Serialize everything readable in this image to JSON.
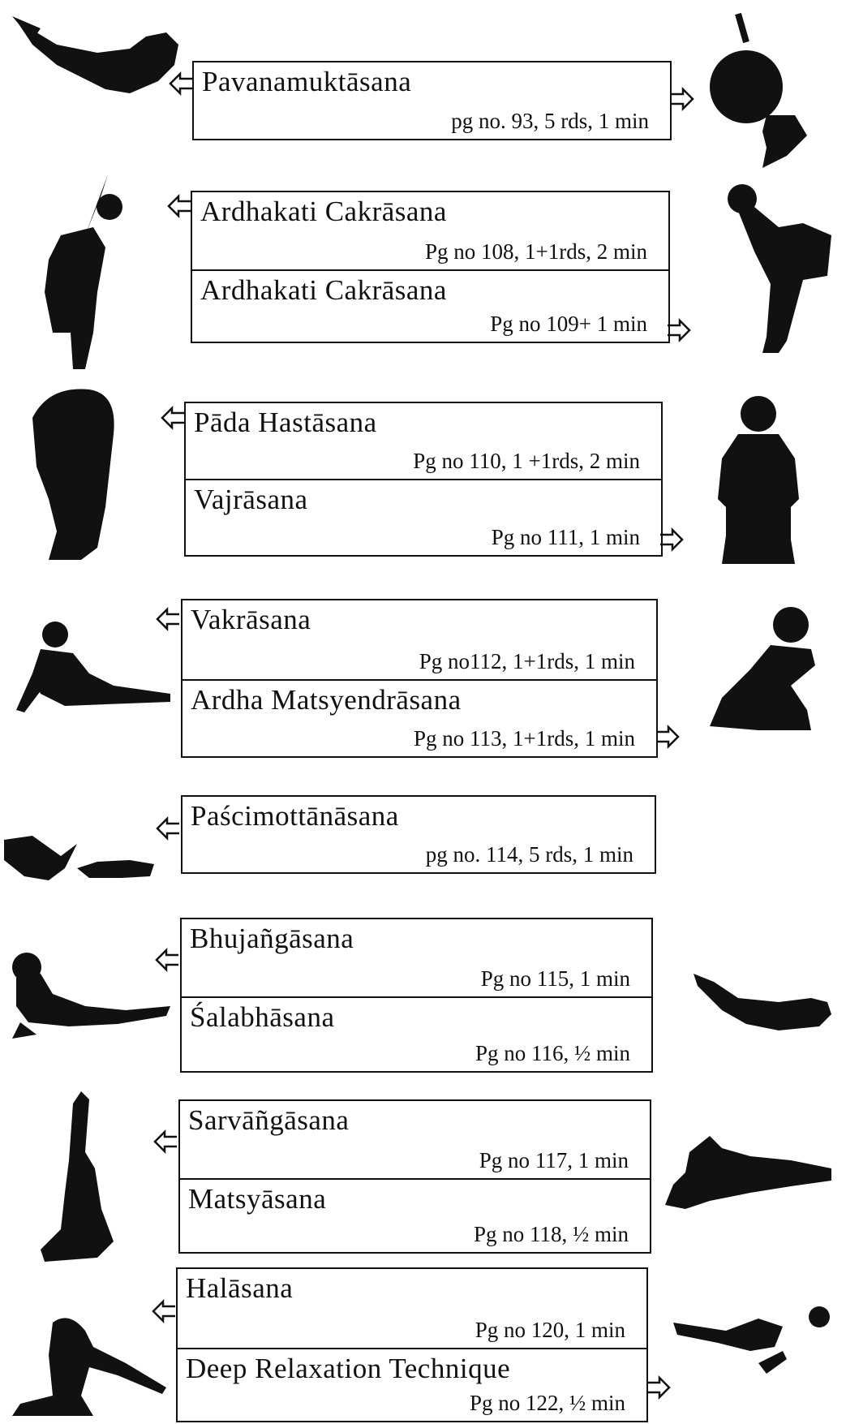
{
  "groups": [
    {
      "entries": [
        {
          "name": "Pavanamuktāsana",
          "info": "pg no. 93, 5 rds, 1 min"
        }
      ]
    },
    {
      "entries": [
        {
          "name": "Ardhakati Cakrāsana",
          "info": "Pg no 108,  1+1rds, 2 min"
        },
        {
          "name": "Ardhakati Cakrāsana",
          "info": "Pg no 109+ 1 min"
        }
      ]
    },
    {
      "entries": [
        {
          "name": "Pāda Hastāsana",
          "info": "Pg no 110, 1 +1rds, 2 min"
        },
        {
          "name": "Vajrāsana",
          "info": "Pg no 111, 1 min"
        }
      ]
    },
    {
      "entries": [
        {
          "name": "Vakrāsana",
          "info": "Pg no112, 1+1rds, 1 min"
        },
        {
          "name": "Ardha Matsyendrāsana",
          "info": "Pg no 113, 1+1rds, 1 min"
        }
      ]
    },
    {
      "entries": [
        {
          "name": "Paścimottānāsana",
          "info": "pg no. 114, 5 rds, 1 min"
        }
      ]
    },
    {
      "entries": [
        {
          "name": "Bhujañgāsana",
          "info": "Pg no 115,  1 min"
        },
        {
          "name": "Śalabhāsana",
          "info": "Pg no 116, ½ min"
        }
      ]
    },
    {
      "entries": [
        {
          "name": "Sarvāñgāsana",
          "info": "Pg no 117, 1 min"
        },
        {
          "name": "Matsyāsana",
          "info": "Pg no 118,  ½ min"
        }
      ]
    },
    {
      "entries": [
        {
          "name": "Halāsana",
          "info": "Pg no 120,  1 min"
        },
        {
          "name": "Deep Relaxation Technique",
          "info": "Pg no 122, ½ min"
        }
      ]
    }
  ],
  "icons": {
    "left_arrow": "hollow-left-arrow-icon",
    "right_arrow": "hollow-right-arrow-icon",
    "figure": "yoga-pose-silhouette"
  },
  "colors": {
    "ink": "#111111",
    "background": "#ffffff"
  }
}
